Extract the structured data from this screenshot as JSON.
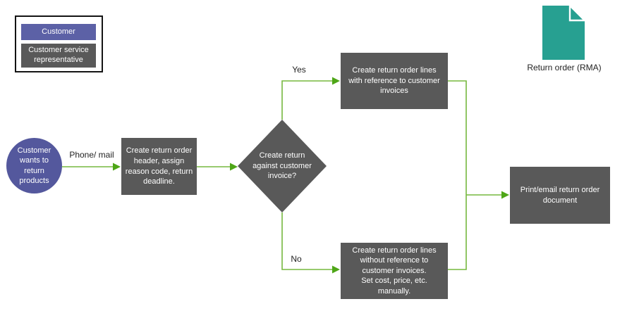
{
  "legend": {
    "customer_label": "Customer",
    "csr_label": "Customer service\nrepresentative"
  },
  "nodes": {
    "start": {
      "text": "Customer\nwants to\nreturn\nproducts"
    },
    "create_header": {
      "text": "Create return order\nheader, assign\nreason code, return\ndeadline."
    },
    "decision": {
      "text": "Create return\nagainst customer\ninvoice?"
    },
    "with_reference": {
      "text": "Create return order lines\nwith reference to customer\ninvoices"
    },
    "without_reference": {
      "text": "Create return order lines\nwithout reference to\ncustomer invoices.\nSet cost, price, etc.\nmanually."
    },
    "print_email": {
      "text": "Print/email return order\ndocument"
    }
  },
  "edges": {
    "phone_mail_label": "Phone/ mail",
    "yes_label": "Yes",
    "no_label": "No"
  },
  "artifact": {
    "label": "Return order (RMA)",
    "icon": "document-icon"
  },
  "colors": {
    "actor_customer_purple": "#5C61A6",
    "actor_csr_gray": "#595959",
    "start_circle_purple": "#54589D",
    "connector_line_green": "#76B83F",
    "connector_arrow_green": "#4EA617",
    "artifact_teal": "#27A091"
  }
}
